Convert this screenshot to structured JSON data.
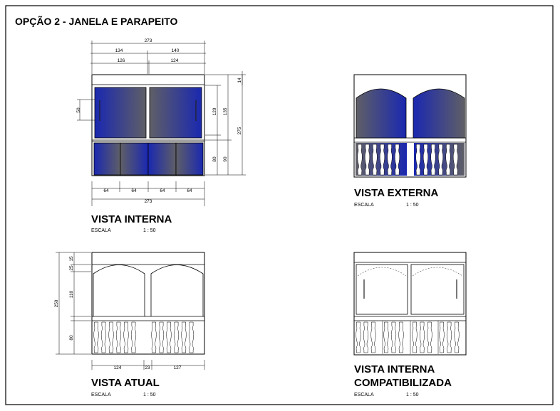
{
  "sheet": {
    "title": "OPÇÃO 2 - JANELA E PARAPEITO"
  },
  "views": {
    "interna": {
      "title": "VISTA INTERNA",
      "scale_label": "ESCALA",
      "scale_value": "1 : 50"
    },
    "externa": {
      "title": "VISTA EXTERNA",
      "scale_label": "ESCALA",
      "scale_value": "1 : 50"
    },
    "atual": {
      "title": "VISTA ATUAL",
      "scale_label": "ESCALA",
      "scale_value": "1 : 50"
    },
    "compat": {
      "title_line1": "VISTA INTERNA",
      "title_line2": "COMPATIBILIZADA",
      "scale_label": "ESCALA",
      "scale_value": "1 : 50"
    }
  },
  "dims": {
    "interna": {
      "total_top": "273",
      "half_left": "134",
      "half_right": "140",
      "inner_left": "126",
      "inner_right": "124",
      "left_50": "50",
      "right_120": "120",
      "right_135": "135",
      "right_80": "80",
      "right_90": "90",
      "right_275": "275",
      "right_14": "14",
      "bottom_1": "64",
      "bottom_2": "64",
      "bottom_3": "64",
      "bottom_4": "64",
      "total_bottom": "273"
    },
    "atual": {
      "left_250": "250",
      "left_15": "15",
      "left_25": "25",
      "left_110": "110",
      "left_80": "80",
      "bottom_1": "124",
      "bottom_2": "23",
      "bottom_3": "127"
    }
  },
  "colors": {
    "glass_blue": "#1f2fa8",
    "glass_grey": "#6a6a72",
    "frame": "#000000"
  }
}
